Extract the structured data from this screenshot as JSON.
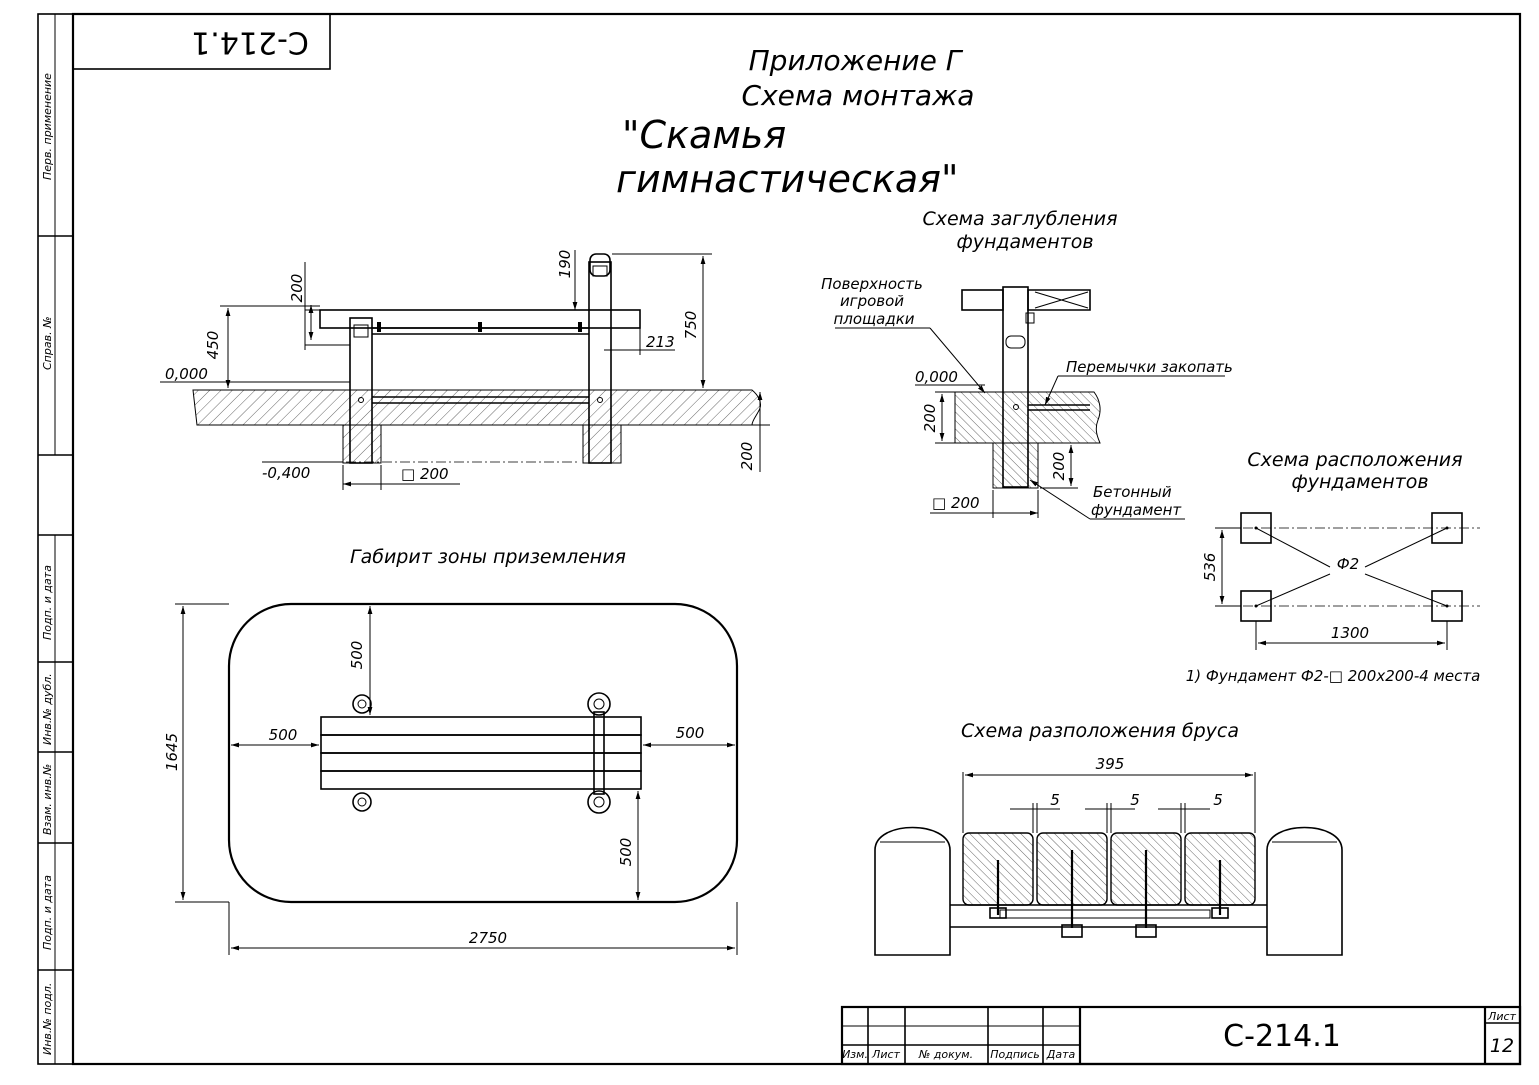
{
  "stamp_code_mirrored": "С-214.1",
  "header": {
    "appendix": "Приложение Г",
    "scheme": "Схема монтажа",
    "title_line1": "\"Скамья",
    "title_line2": "гимнастическая\""
  },
  "side_column": {
    "perv": "Перв. применение",
    "sprav": "Справ. №",
    "podp_data_1": "Подп. и дата",
    "inv_dubl": "Инв.№ дубл.",
    "vzam_inv": "Взам. инв.№",
    "podp_data_2": "Подп. и дата",
    "inv_podl": "Инв.№ подл."
  },
  "elevation": {
    "level_zero": "0,000",
    "level_minus": "-0,400",
    "d200_top": "200",
    "d190": "190",
    "d450": "450",
    "d750": "750",
    "d213": "213",
    "d200_right": "200",
    "square200": "□ 200"
  },
  "depth_scheme": {
    "title1": "Схема заглубления",
    "title2": "фундаментов",
    "surface1": "Поверхность",
    "surface2": "игровой",
    "surface3": "площадки",
    "level_zero": "0,000",
    "jumpers": "Перемычки закопать",
    "d200_left": "200",
    "d200_right": "200",
    "square200": "□ 200",
    "concrete1": "Бетонный",
    "concrete2": "фундамент"
  },
  "layout_scheme": {
    "title1": "Схема расположения",
    "title2": "фундаментов",
    "d536": "536",
    "f2": "Ф2",
    "d1300": "1300",
    "note": "1) Фундамент Ф2-□ 200х200-4 места"
  },
  "landing_zone": {
    "title": "Габирит зоны приземления",
    "d500_top": "500",
    "d500_left": "500",
    "d500_right": "500",
    "d500_bottom": "500",
    "d1645": "1645",
    "d2750": "2750"
  },
  "beam_scheme": {
    "title": "Схема разположения бруса",
    "d395": "395",
    "gap1": "5",
    "gap2": "5",
    "gap3": "5"
  },
  "title_block": {
    "izm": "Изм.",
    "list": "Лист",
    "dokum": "№ докум.",
    "podpis": "Подпись",
    "data": "Дата",
    "code": "С-214.1",
    "sheet_label": "Лист",
    "sheet_number": "12"
  }
}
